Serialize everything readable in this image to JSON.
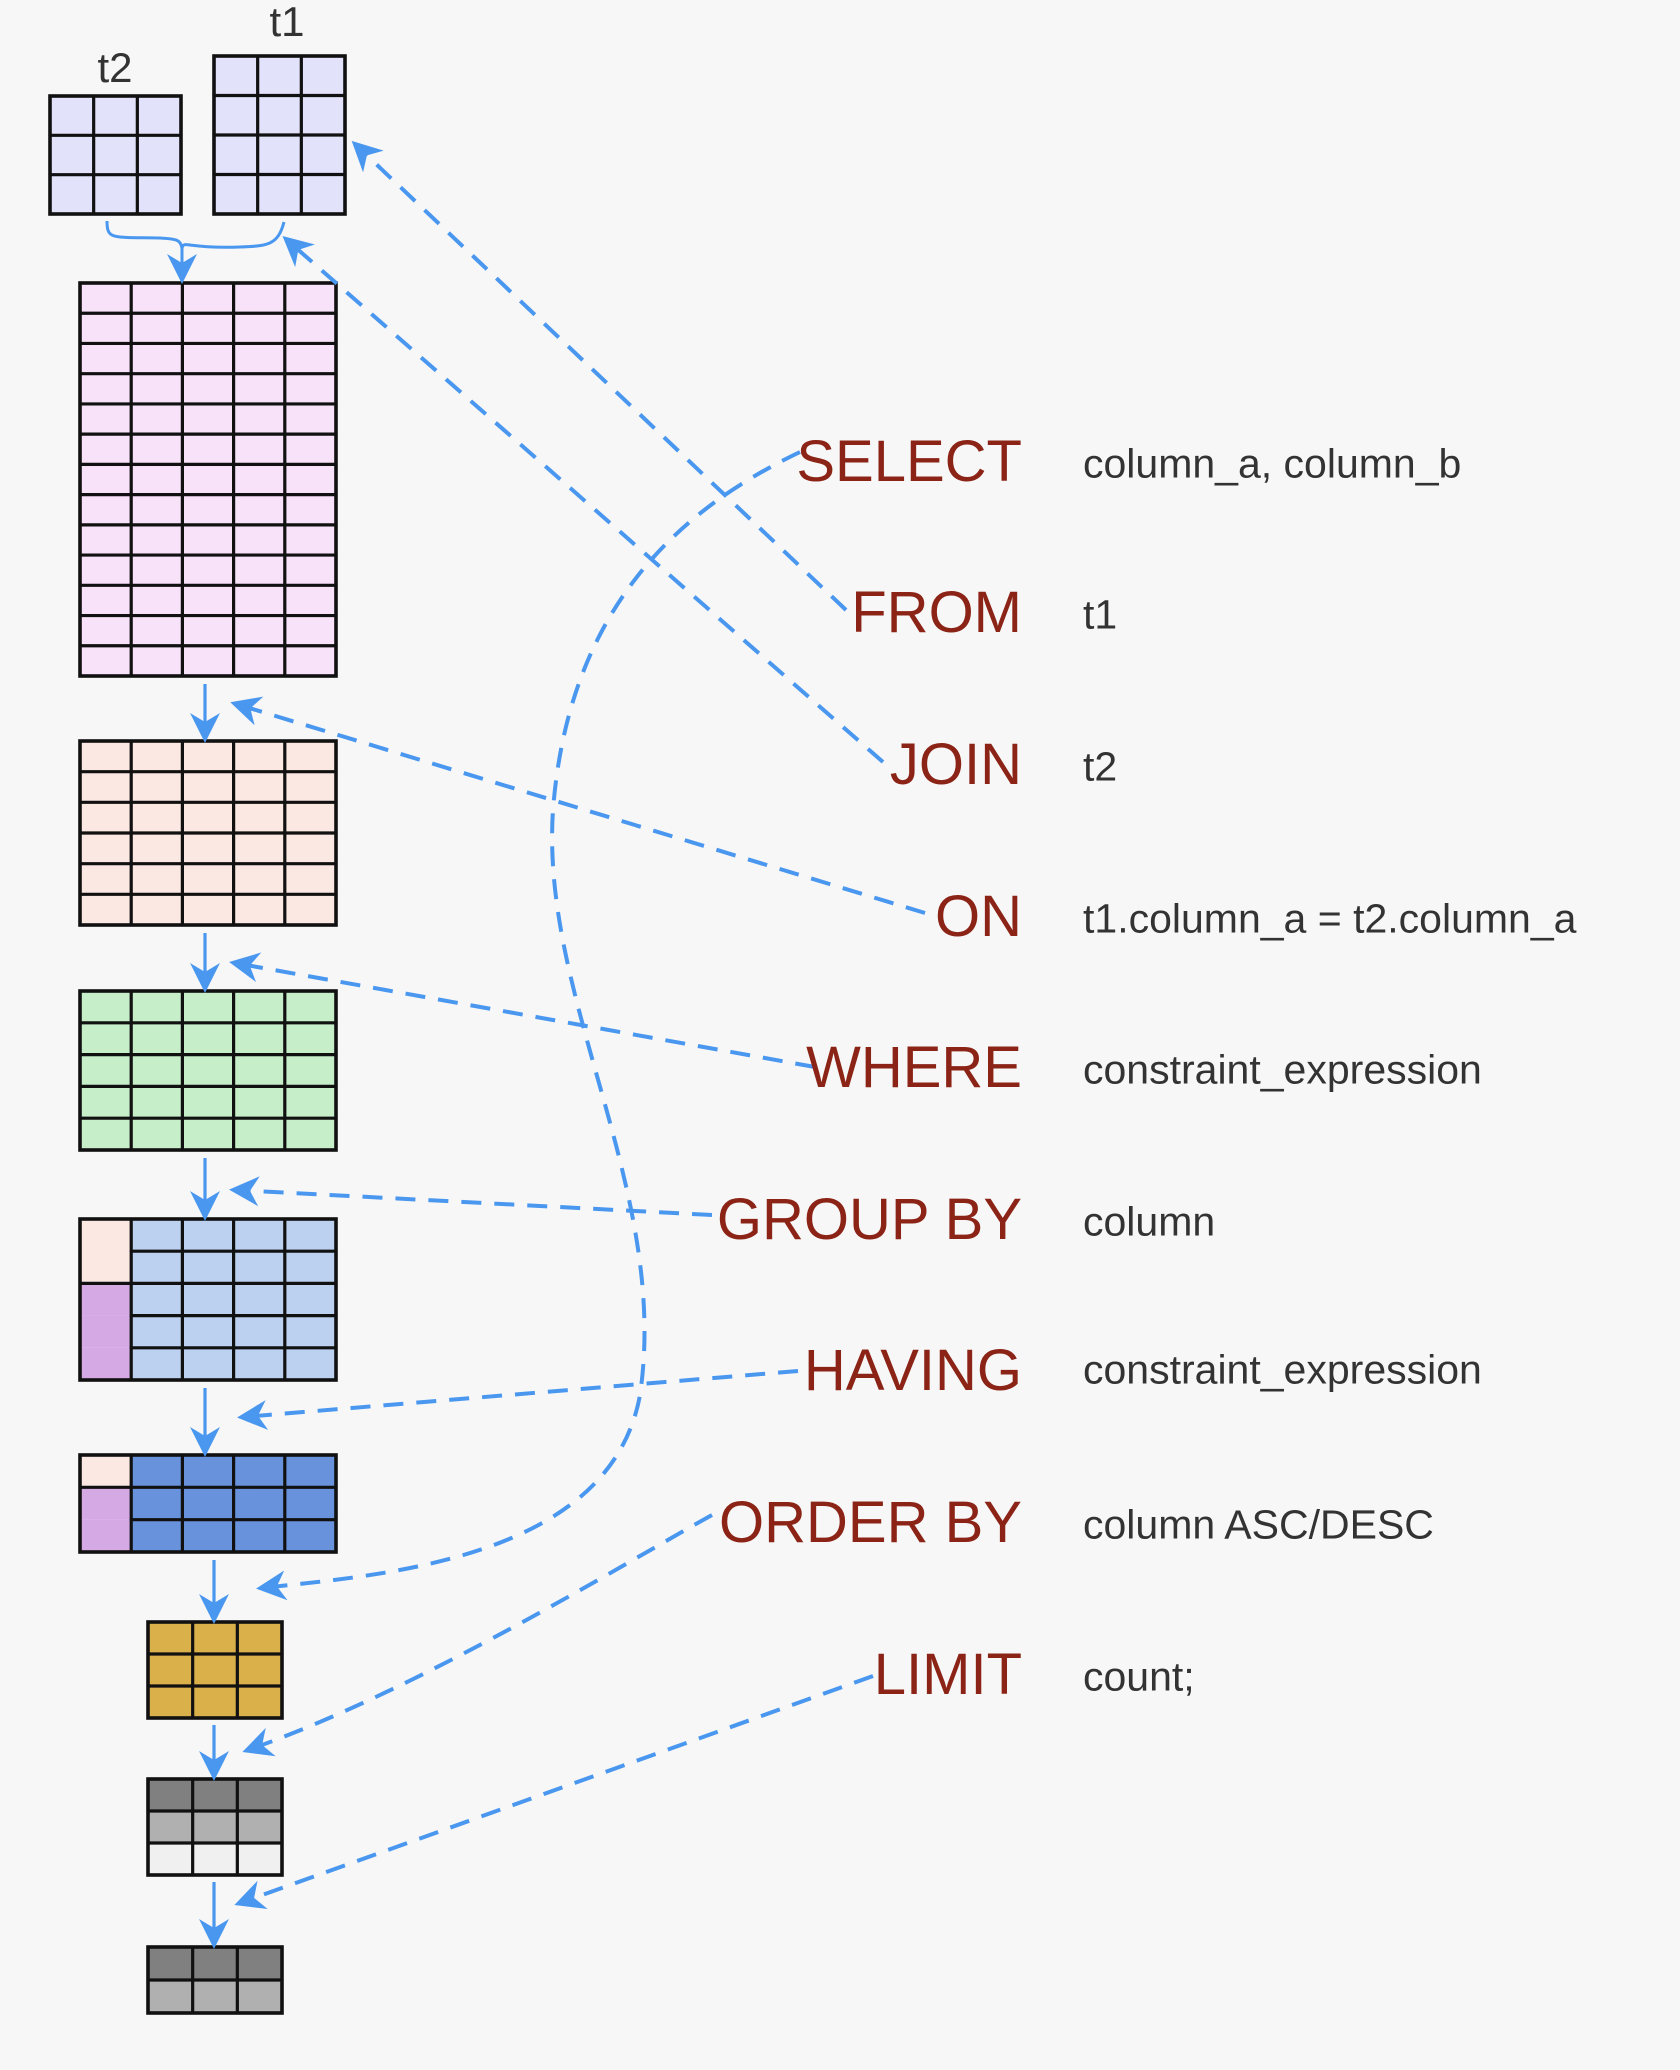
{
  "title": "SQL query order of execution",
  "colors": {
    "background": "#f7f7f7",
    "keyword": "#8b2416",
    "value_text": "#333333",
    "arrow": "#4a97f0",
    "grid_line": "#111111",
    "source_table": "#e2e2fb",
    "joined_table": "#f8e2fa",
    "on_table": "#fbe8e2",
    "where_table": "#c6eec9",
    "group_table": "#bcd0ef",
    "having_table": "#6893dc",
    "group_key_a": "#fbe8e2",
    "group_key_b": "#d4a9e4",
    "select_table": "#d9b04a",
    "gray_dark": "#808080",
    "gray_mid": "#b0b0b0",
    "gray_light": "#f0f0f0"
  },
  "source_tables": [
    {
      "name": "t2",
      "cols": 3,
      "rows": 3
    },
    {
      "name": "t1",
      "cols": 3,
      "rows": 4
    }
  ],
  "pipeline_tables": [
    {
      "stage": "join",
      "cols": 5,
      "rows": 13
    },
    {
      "stage": "on",
      "cols": 5,
      "rows": 6
    },
    {
      "stage": "where",
      "cols": 5,
      "rows": 5
    },
    {
      "stage": "group_by",
      "cols": 5,
      "rows": 5,
      "group_sizes": [
        2,
        3
      ]
    },
    {
      "stage": "having",
      "cols": 5,
      "rows": 3,
      "group_sizes": [
        1,
        2
      ]
    },
    {
      "stage": "select",
      "cols": 3,
      "rows": 3
    },
    {
      "stage": "order_by",
      "cols": 3,
      "rows": 3,
      "shades": [
        "dark",
        "mid",
        "light"
      ]
    },
    {
      "stage": "limit",
      "cols": 3,
      "rows": 2,
      "shades": [
        "dark",
        "mid"
      ]
    }
  ],
  "clauses": [
    {
      "keyword": "SELECT",
      "value": "column_a, column_b",
      "points_to": "select"
    },
    {
      "keyword": "FROM",
      "value": "t1",
      "points_to": "t1"
    },
    {
      "keyword": "JOIN",
      "value": "t2",
      "points_to": "brace"
    },
    {
      "keyword": "ON",
      "value": "t1.column_a = t2.column_a",
      "points_to": "on"
    },
    {
      "keyword": "WHERE",
      "value": "constraint_expression",
      "points_to": "where"
    },
    {
      "keyword": "GROUP BY",
      "value": "column",
      "points_to": "group_by"
    },
    {
      "keyword": "HAVING",
      "value": "constraint_expression",
      "points_to": "having"
    },
    {
      "keyword": "ORDER BY",
      "value": "column ASC/DESC",
      "points_to": "order_by"
    },
    {
      "keyword": "LIMIT",
      "value": "count;",
      "points_to": "limit"
    }
  ]
}
